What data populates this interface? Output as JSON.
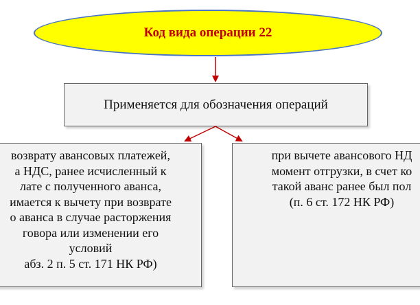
{
  "title": "Код вида операции 22",
  "top_box": {
    "text": "Применяется для обозначения операций"
  },
  "left_box": {
    "lines": [
      "возврату авансовых платежей,",
      "а НДС, ранее исчисленный к",
      "лате с полученного аванса,",
      "имается к вычету при возврате",
      "о аванса в случае расторжения",
      "говора или изменении его",
      "условий",
      "абз. 2 п. 5 ст. 171 НК РФ)"
    ]
  },
  "right_box": {
    "lines": [
      "при вычете авансового НД",
      "момент отгрузки, в счет ко",
      "такой аванс ранее был пол",
      "(п. 6 ст. 172 НК РФ)"
    ]
  },
  "colors": {
    "ellipse_fill": "#ffff00",
    "ellipse_border": "#4a74c4",
    "title_text": "#c00000",
    "arrow": "#c00000",
    "box_fill": "#f2f2f2"
  }
}
